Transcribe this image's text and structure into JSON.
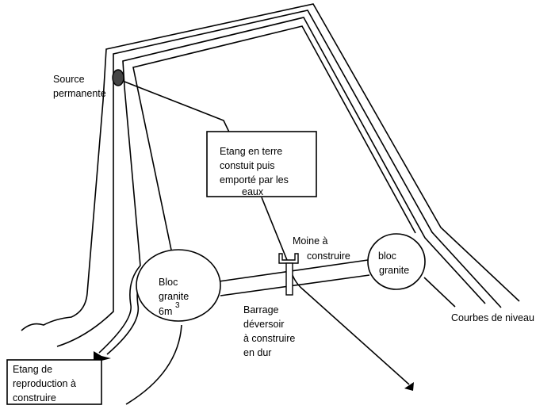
{
  "labels": {
    "source_line1": "Source",
    "source_line2": "permanente",
    "etang_terre_line1": "Etang en terre",
    "etang_terre_line2": "constuit puis",
    "etang_terre_line3": "emporté par les",
    "etang_terre_line4": "eaux",
    "moine_line1": "Moine à",
    "moine_line2": "construire",
    "bloc_right_line1": "bloc",
    "bloc_right_line2": "granite",
    "bloc_left_line1": "Bloc",
    "bloc_left_line2": "granite",
    "bloc_left_line3": "6m",
    "bloc_left_sup": "3",
    "barrage_line1": "Barrage",
    "barrage_line2": "déversoir",
    "barrage_line3": "à construire",
    "barrage_line4": "en dur",
    "courbes": "Courbes de niveau",
    "etang_repro_line1": "Etang de",
    "etang_repro_line2": "reproduction à",
    "etang_repro_line3": "construire"
  },
  "colors": {
    "ink": "#000000",
    "background": "#ffffff"
  }
}
